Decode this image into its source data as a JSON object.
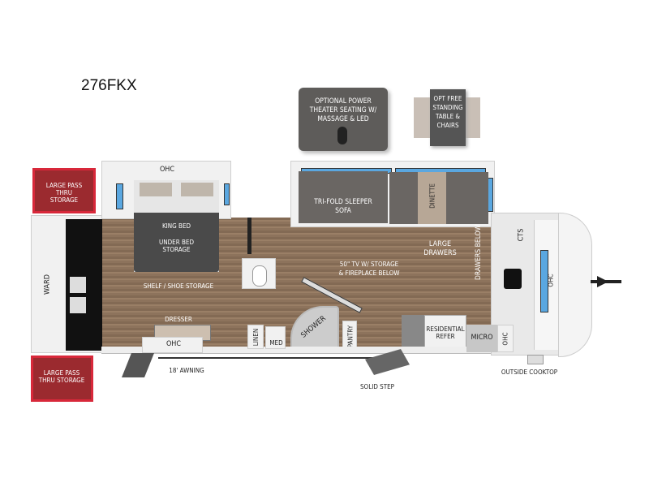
{
  "model": "276FKX",
  "options": {
    "theater_seating": "OPTIONAL POWER THEATER SEATING W/ MASSAGE & LED",
    "table": "OPT FREE STANDING TABLE & CHAIRS"
  },
  "labels": {
    "pass_thru_top": "LARGE PASS THRU STORAGE",
    "pass_thru_bottom": "LARGE PASS THRU STORAGE",
    "ward": "WARD",
    "ohc_bedroom": "OHC",
    "king_bed": "KING BED",
    "under_bed": "UNDER BED STORAGE",
    "shelf": "SHELF / SHOE STORAGE",
    "dresser": "DRESSER",
    "ohc_dresser": "OHC",
    "awning": "18' AWNING",
    "linen": "LINEN",
    "med": "MED",
    "shower": "SHOWER",
    "pantry": "PANTRY",
    "sofa": "TRI-FOLD SLEEPER SOFA",
    "dinette": "DINETTE",
    "large_drawers": "LARGE DRAWERS",
    "drawers_below": "DRAWERS BELOW",
    "tv": "50\" TV W/ STORAGE & FIREPLACE BELOW",
    "refer": "RESIDENTIAL REFER",
    "micro": "MICRO",
    "ohc_kitchen": "OHC",
    "cts": "CTS",
    "ohc_front": "OHC",
    "solid_step": "SOLID STEP",
    "outside_cooktop": "OUTSIDE COOKTOP"
  },
  "colors": {
    "storage_red": "#d8283a",
    "floor_wood": "#8d735c",
    "window_blue": "#5aa7e0"
  }
}
